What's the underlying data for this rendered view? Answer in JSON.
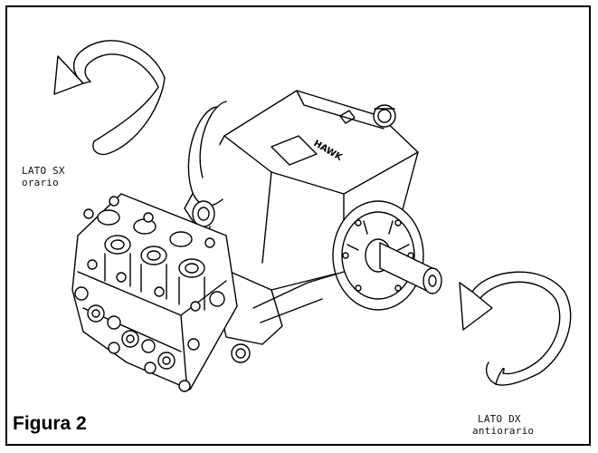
{
  "labels": {
    "left_side": "LATO SX",
    "left_direction": "orario",
    "right_side": "LATO DX",
    "right_direction": "antiorario",
    "brand_mark": "HAWK"
  },
  "caption": "Figura 2",
  "colors": {
    "ink": "#000000",
    "background": "#ffffff"
  }
}
